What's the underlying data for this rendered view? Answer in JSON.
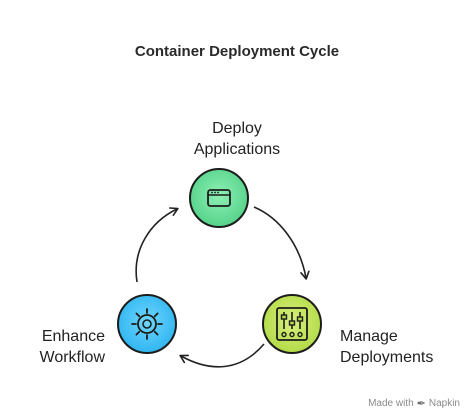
{
  "title": "Container Deployment Cycle",
  "nodes": [
    {
      "id": "deploy",
      "label_lines": [
        "Deploy",
        "Applications"
      ],
      "icon": "browser-window-icon",
      "color": "#5ad58e"
    },
    {
      "id": "manage",
      "label_lines": [
        "Manage",
        "Deployments"
      ],
      "icon": "sliders-icon",
      "color": "#b6dd4c"
    },
    {
      "id": "enhance",
      "label_lines": [
        "Enhance",
        "Workflow"
      ],
      "icon": "sun-gear-icon",
      "color": "#35b8f2"
    }
  ],
  "watermark": {
    "text": "Made with",
    "brand": "Napkin"
  }
}
